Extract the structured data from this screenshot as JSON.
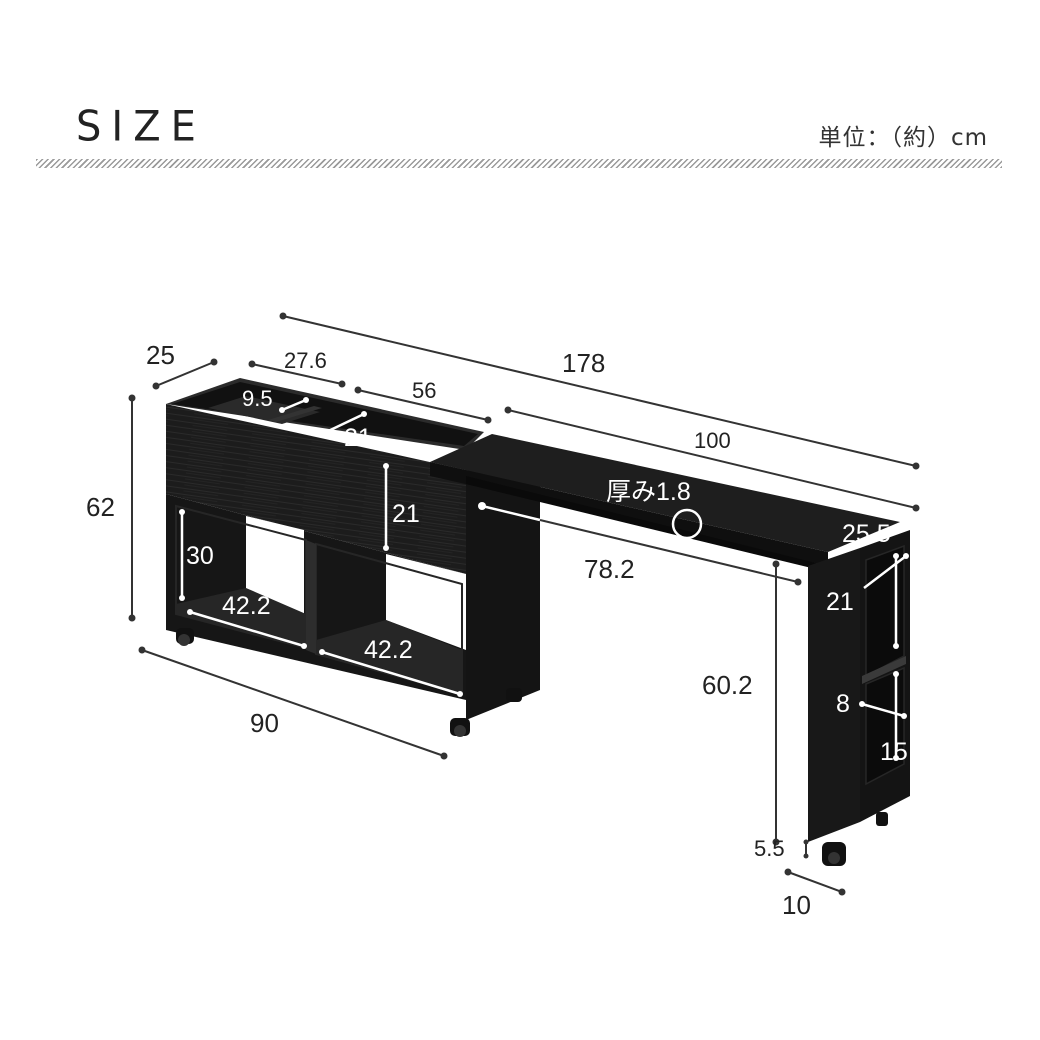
{
  "header": {
    "title": "SIZE",
    "unit_note": "単位：（約）cm"
  },
  "dimensions": {
    "overall_length": "178",
    "cabinet_depth": "25",
    "cabinet_width": "90",
    "cabinet_height": "62",
    "small_compartment_width": "27.6",
    "large_compartment_width": "56",
    "small_compartment_depth": "9.5",
    "compartment_inner_height_top": "21",
    "compartment_height_front": "21",
    "open_shelf_height": "30",
    "open_shelf_width_left": "42.2",
    "open_shelf_width_right": "42.2",
    "tabletop_length": "100",
    "tabletop_thickness": "厚み1.8",
    "tabletop_depth": "25.5",
    "knee_clearance_width": "78.2",
    "underside_height": "60.2",
    "side_shelf_upper_height": "21",
    "side_shelf_lower_height": "15",
    "side_shelf_depth": "8",
    "leg_bottom_gap": "5.5",
    "leg_foot_width": "10"
  },
  "colors": {
    "furniture": "#1b1b1b",
    "furniture_edge": "#2e2e2e",
    "dimension_line": "#333333",
    "dimension_text_on_dark": "#ffffff",
    "background": "#ffffff"
  }
}
